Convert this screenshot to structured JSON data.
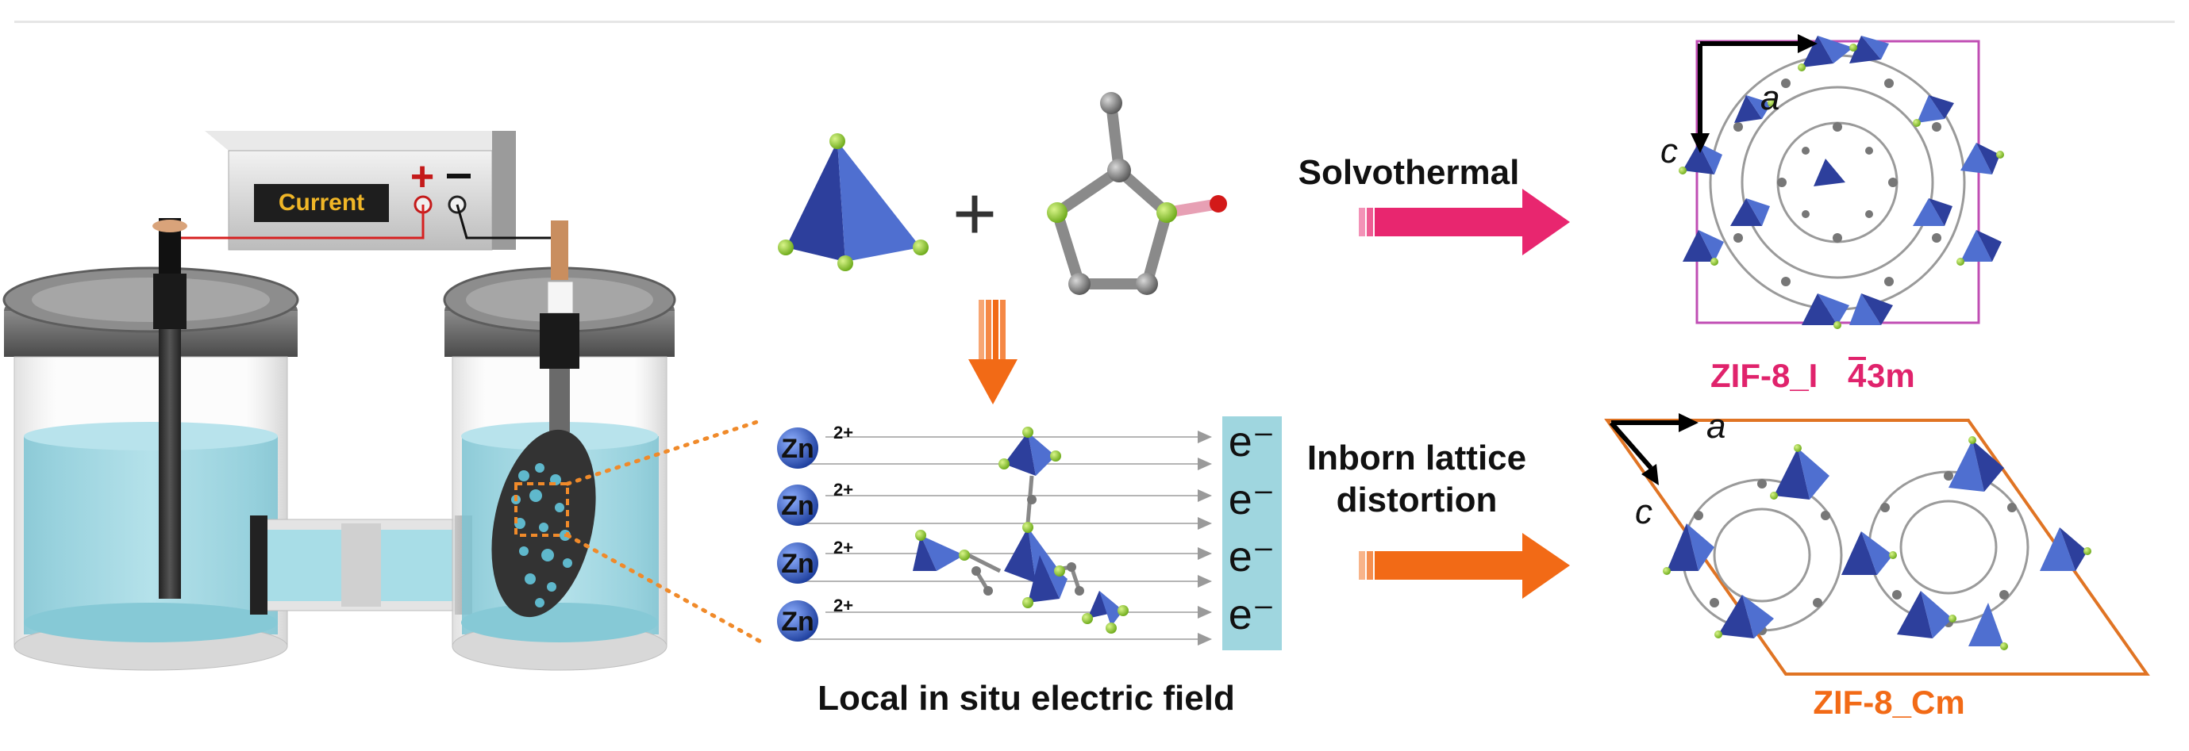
{
  "device": {
    "display_label": "Current",
    "plus_symbol": "+",
    "minus_symbol": "−"
  },
  "reaction": {
    "plus": "+"
  },
  "ions": [
    {
      "symbol": "Zn",
      "charge": "2+"
    },
    {
      "symbol": "Zn",
      "charge": "2+"
    },
    {
      "symbol": "Zn",
      "charge": "2+"
    },
    {
      "symbol": "Zn",
      "charge": "2+"
    }
  ],
  "electrons": [
    "e⁻",
    "e⁻",
    "e⁻",
    "e⁻"
  ],
  "captions": {
    "field": "Local in situ electric field",
    "solvothermal": "Solvothermal",
    "distortion_line1": "Inborn lattice",
    "distortion_line2": "distortion",
    "zif_top_prefix": "ZIF-8_I",
    "zif_top_overbar": "4",
    "zif_top_suffix": "3m",
    "zif_bottom": "ZIF-8_Cm"
  },
  "axes": {
    "top_a": "a",
    "top_c": "c",
    "bottom_a": "a",
    "bottom_c": "c"
  },
  "colors": {
    "tetra_dark": "#2d3f9c",
    "tetra_light": "#4f6fd0",
    "node_green": "#9cd33a",
    "water": "#9ed7e2",
    "solvo_arrow": "#e8266f",
    "distort_arrow": "#f26a16",
    "pink_text": "#e0236c",
    "orange_text": "#f26a16",
    "orange_box": "#e07424",
    "pink_box": "#c04eb4"
  }
}
